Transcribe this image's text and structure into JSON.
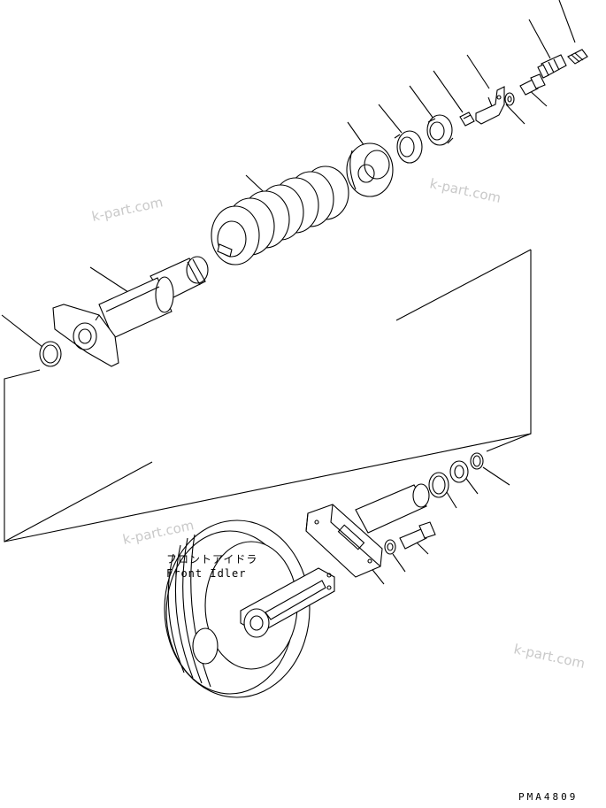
{
  "labels": {
    "front_idler_jp": "フロントアイドラ",
    "front_idler_en": "Front Idler",
    "drawing_code": "PMA4809"
  },
  "watermarks": [
    "k-part.com",
    "k-part.com",
    "k-part.com",
    "k-part.com"
  ],
  "colors": {
    "ink": "#000000",
    "watermark": "#c9c9c9",
    "paper": "#ffffff"
  }
}
